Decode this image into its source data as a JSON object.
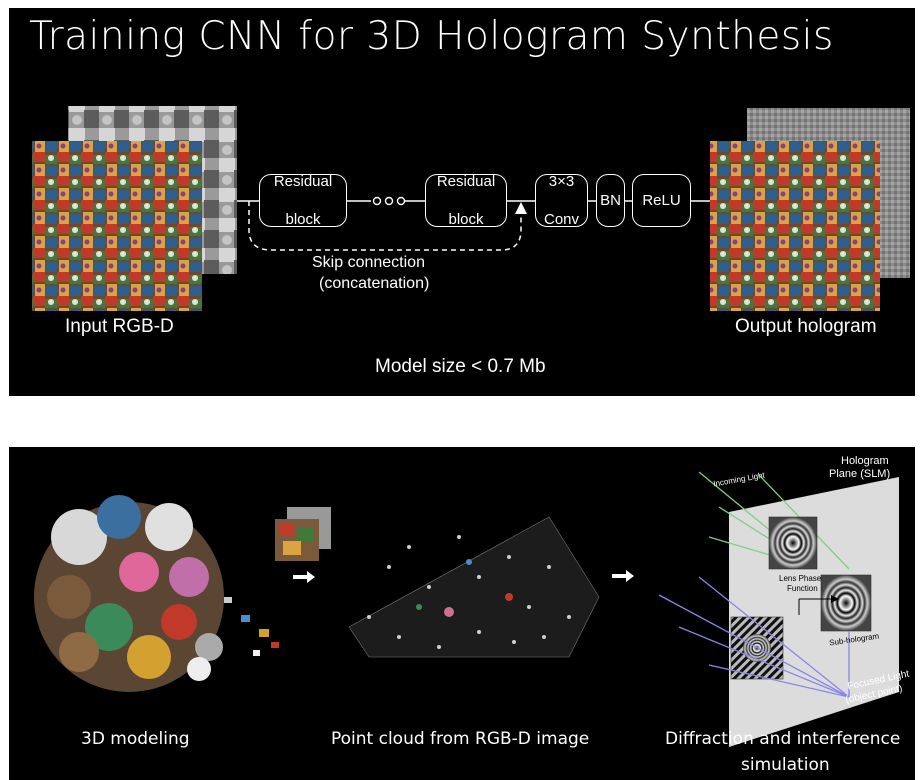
{
  "top": {
    "title": "Training CNN for 3D Hologram Synthesis",
    "input_label": "Input RGB-D",
    "output_label": "Output hologram",
    "blocks": {
      "residual_1": "Residual block",
      "residual_2": "Residual block",
      "conv": "3×3 Conv",
      "bn": "BN",
      "relu": "ReLU"
    },
    "skip_line1": "Skip connection",
    "skip_line2": "(concatenation)",
    "model_size": "Model size < 0.7 Mb"
  },
  "bottom": {
    "captions": {
      "modeling": "3D modeling",
      "point_cloud": "Point cloud from RGB-D image",
      "diffraction_line1": "Diffraction and interference",
      "diffraction_line2": "simulation"
    },
    "diagram_labels": {
      "incoming_light": "Incoming Light",
      "hologram_plane_1": "Hologram",
      "hologram_plane_2": "Plane (SLM)",
      "lens_phase_1": "Lens Phase",
      "lens_phase_2": "Function",
      "sub_hologram": "Sub-hologram",
      "focused_light_1": "Focused Light",
      "focused_light_2": "(object point)"
    }
  },
  "colors": {
    "background": "#000000",
    "text": "#ffffff",
    "incoming_light": "#7ed17e",
    "focused_light": "#8a87e6",
    "plane": "#dcdcdc"
  }
}
